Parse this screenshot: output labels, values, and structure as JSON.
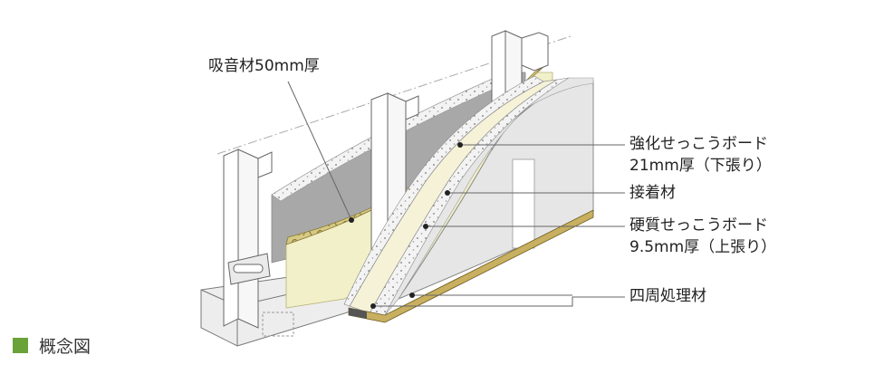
{
  "labels": {
    "sound_absorbing": "吸音材50mm厚",
    "reinforced_board_1": "強化せっこうボード",
    "reinforced_board_2": "21mm厚（下張り）",
    "adhesive": "接着材",
    "hard_board_1": "硬質せっこうボード",
    "hard_board_2": "9.5mm厚（上張り）",
    "edge_treatment": "四周処理材"
  },
  "legend": {
    "text": "概念図"
  },
  "colors": {
    "legend_square": "#6aa23a",
    "insulation": "#f2f0c8",
    "insulation_top": "#c9bb6a",
    "board_gray": "#e6e6e6",
    "board_cream": "#f6f2d8",
    "stud": "#ffffff"
  }
}
